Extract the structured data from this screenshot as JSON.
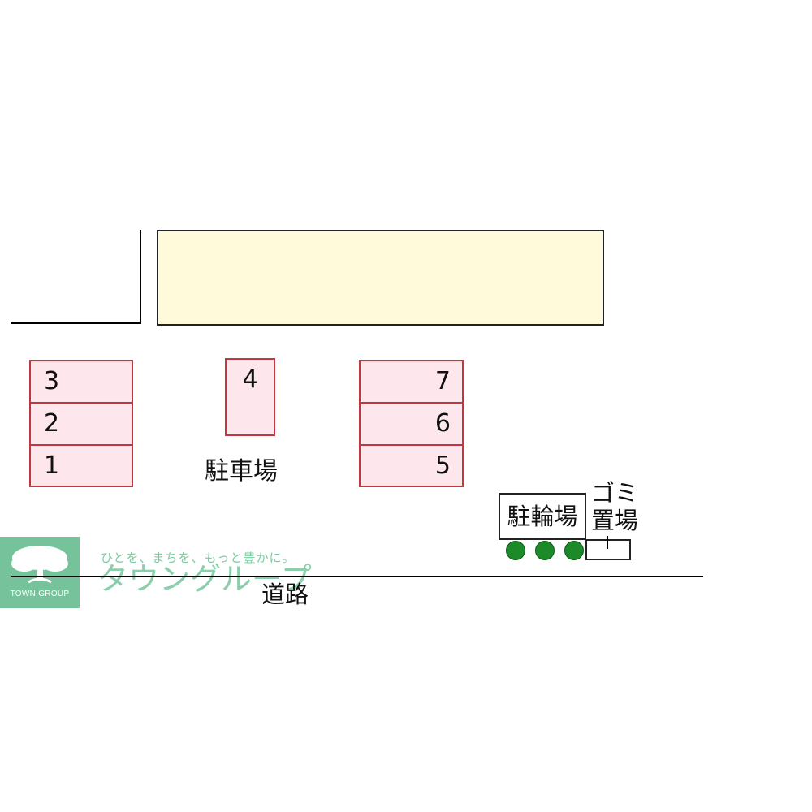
{
  "parking": {
    "label": "駐車場",
    "spaces": [
      "3",
      "2",
      "1",
      "4",
      "7",
      "6",
      "5"
    ]
  },
  "bicycle_parking": {
    "label": "駐輪場"
  },
  "garbage": {
    "line1": "ゴミ",
    "line2": "置場"
  },
  "road": {
    "label": "道路"
  },
  "watermark": {
    "tagline": "ひとを、まちを、もっと豊かに。",
    "brand": "タウングループ",
    "logo_text": "TOWN GROUP"
  },
  "colors": {
    "building_fill": "#fffad9",
    "space_fill": "#fde6ec",
    "space_border": "#c0373f",
    "bush": "#1d8a2a",
    "brand_green": "#76c39b"
  }
}
